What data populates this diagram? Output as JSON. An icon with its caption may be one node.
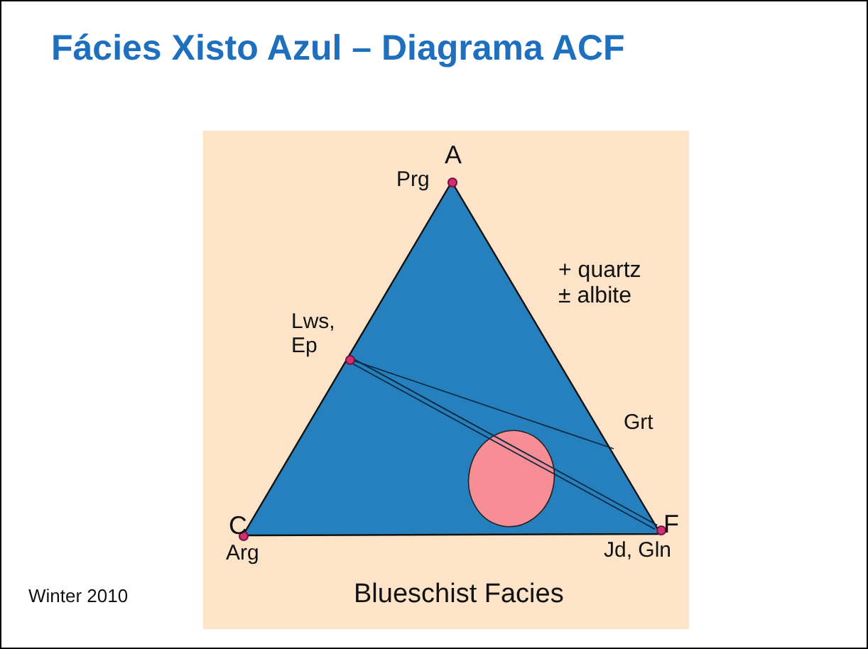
{
  "diagram": {
    "title": "Fácies Xisto Azul – Diagrama ACF",
    "nodes": [
      {
        "text": [],
        "shape": "circle",
        "beside": [
          "A",
          "Prg"
        ]
      },
      {
        "text": [],
        "shape": "circle",
        "beside": [
          "Lws, Ep"
        ]
      },
      {
        "text": [],
        "shape": "circle",
        "beside": [
          "C",
          "Arg"
        ]
      },
      {
        "text": [],
        "shape": "circle",
        "beside": [
          "F",
          "Jd, Gln"
        ]
      }
    ],
    "edges": [
      {
        "from": 1,
        "to": null,
        "arrow": "none"
      },
      {
        "from": 1,
        "to": 3,
        "arrow": "none"
      },
      {
        "from": 1,
        "to": 3,
        "arrow": "none"
      }
    ],
    "labels": [
      "+ quartz",
      "± albite",
      "Grt",
      "Blueschist Facies",
      "Winter 2010"
    ]
  }
}
